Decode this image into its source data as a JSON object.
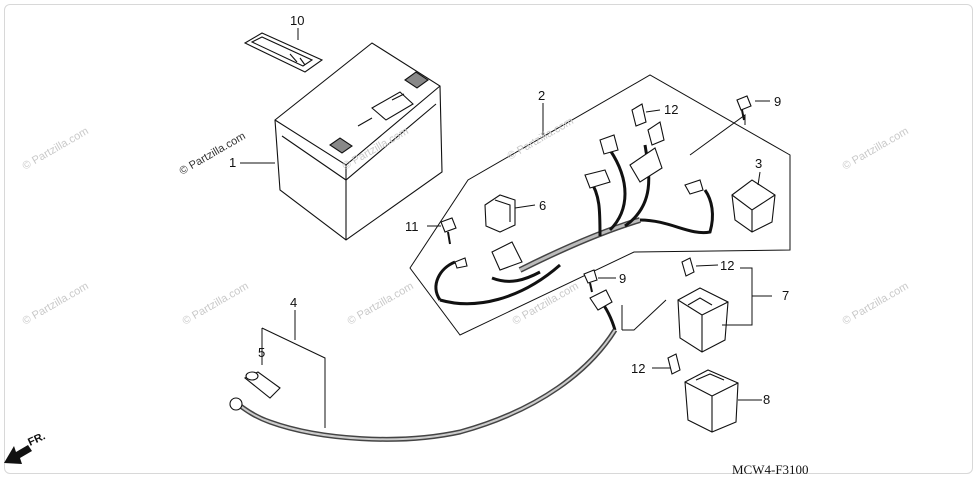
{
  "diagram": {
    "callouts": [
      "1",
      "2",
      "3",
      "4",
      "5",
      "6",
      "7",
      "8",
      "9",
      "9",
      "10",
      "11",
      "12",
      "12",
      "12"
    ],
    "part_code": "MCW4-F3100",
    "front_marker": "FR.",
    "watermark": "© Partzilla.com"
  },
  "colors": {
    "line": "#111111",
    "wire_fill": "#6a6a6a",
    "watermark": "#c9c9c9"
  },
  "icons": [
    "battery",
    "battery-band",
    "wire-harness",
    "relay-cover",
    "battery-cable",
    "terminal-cover",
    "starter-relay",
    "fuse-box",
    "bolt",
    "fuse"
  ]
}
